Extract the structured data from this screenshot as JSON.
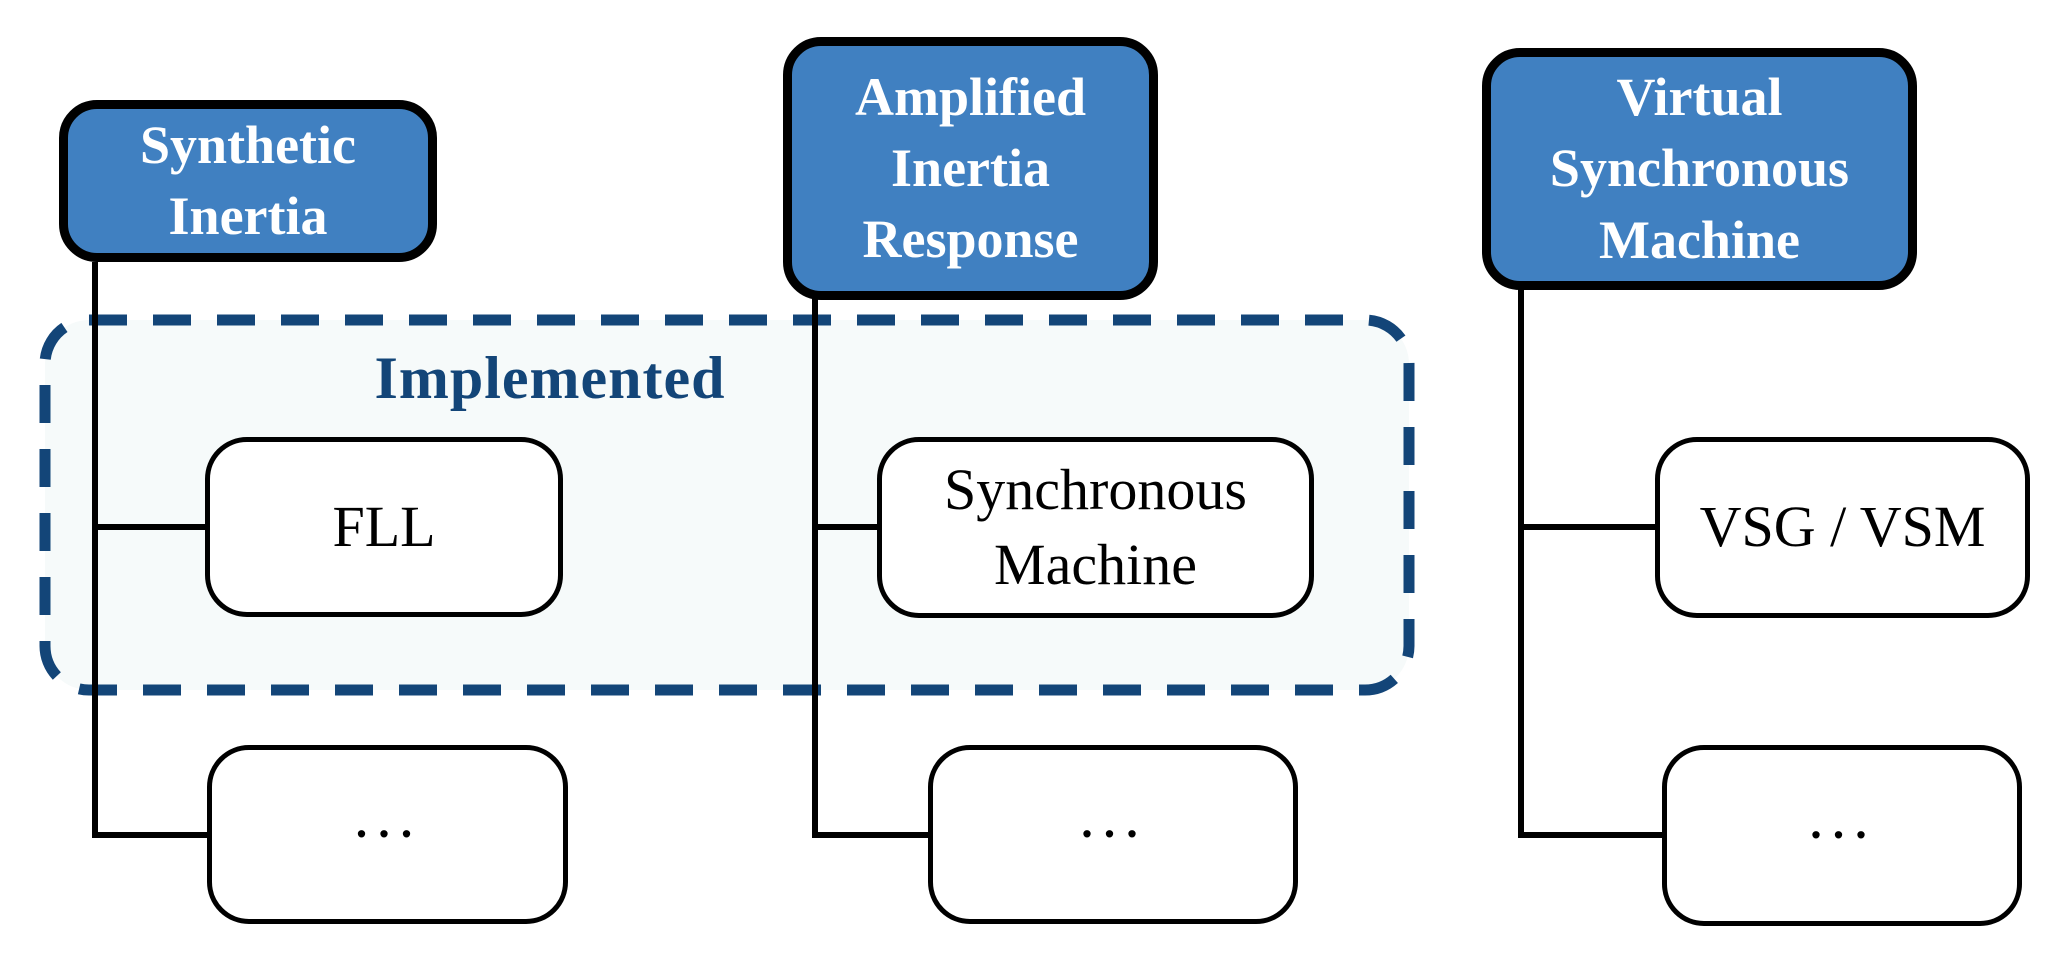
{
  "diagram": {
    "implemented_label": "Implemented",
    "columns": [
      {
        "header": "Synthetic Inertia",
        "implementation": "FLL",
        "more_label": "..."
      },
      {
        "header": "Amplified Inertia Response",
        "implementation": "Synchronous Machine",
        "more_label": "..."
      },
      {
        "header": "Virtual Synchronous Machine",
        "implementation": "VSG / VSM",
        "more_label": "..."
      }
    ],
    "colors": {
      "header_fill": "#4080c1",
      "header_text": "#ffffff",
      "box_outline": "#000000",
      "implemented_accent": "#134578",
      "implemented_region_fill": "#f6fafa",
      "background": "#ffffff"
    }
  }
}
